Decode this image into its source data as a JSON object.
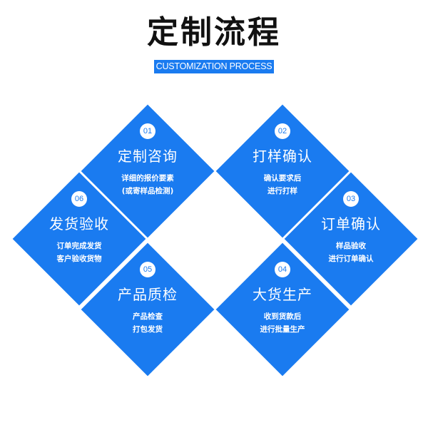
{
  "header": {
    "title": "定制流程",
    "subtitle": "CUSTOMIZATION PROCESS"
  },
  "colors": {
    "accent": "#1a7bf0",
    "title": "#111111",
    "background": "#ffffff"
  },
  "steps": [
    {
      "num": "01",
      "title": "定制咨询",
      "desc1": "详细的报价要素",
      "desc2": "(或寄样品检测)"
    },
    {
      "num": "02",
      "title": "打样确认",
      "desc1": "确认要求后",
      "desc2": "进行打样"
    },
    {
      "num": "03",
      "title": "订单确认",
      "desc1": "样品验收",
      "desc2": "进行订单确认"
    },
    {
      "num": "04",
      "title": "大货生产",
      "desc1": "收到货款后",
      "desc2": "进行批量生产"
    },
    {
      "num": "05",
      "title": "产品质检",
      "desc1": "产品检查",
      "desc2": "打包发货"
    },
    {
      "num": "06",
      "title": "发货验收",
      "desc1": "订单完成发货",
      "desc2": "客户验收货物"
    }
  ]
}
